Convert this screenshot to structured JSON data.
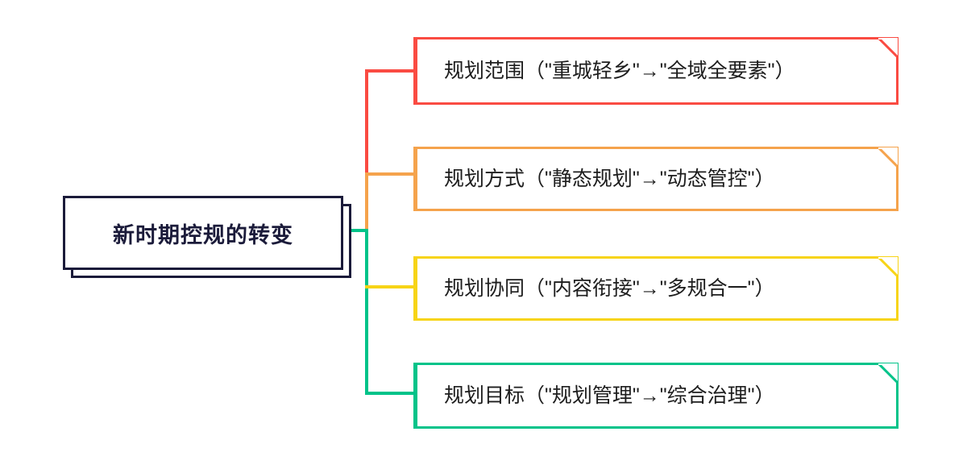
{
  "diagram": {
    "type": "mind-map",
    "root": {
      "label": "新时期控规的转变",
      "color": "#1B1B3A"
    },
    "branches": [
      {
        "label": "规划范围（\"重城轻乡\"→\"全域全要素\"）",
        "topic": "规划范围",
        "from": "重城轻乡",
        "to": "全域全要素",
        "color": "#FA4B42",
        "name": "planning-scope"
      },
      {
        "label": "规划方式（\"静态规划\"→\"动态管控\"）",
        "topic": "规划方式",
        "from": "静态规划",
        "to": "动态管控",
        "color": "#F5A34C",
        "name": "planning-method"
      },
      {
        "label": "规划协同（\"内容衔接\"→\"多规合一\"）",
        "topic": "规划协同",
        "from": "内容衔接",
        "to": "多规合一",
        "color": "#F7D417",
        "name": "planning-coordination"
      },
      {
        "label": "规划目标（\"规划管理\"→\"综合治理\"）",
        "topic": "规划目标",
        "from": "规划管理",
        "to": "综合治理",
        "color": "#00C389",
        "name": "planning-goal"
      }
    ]
  }
}
